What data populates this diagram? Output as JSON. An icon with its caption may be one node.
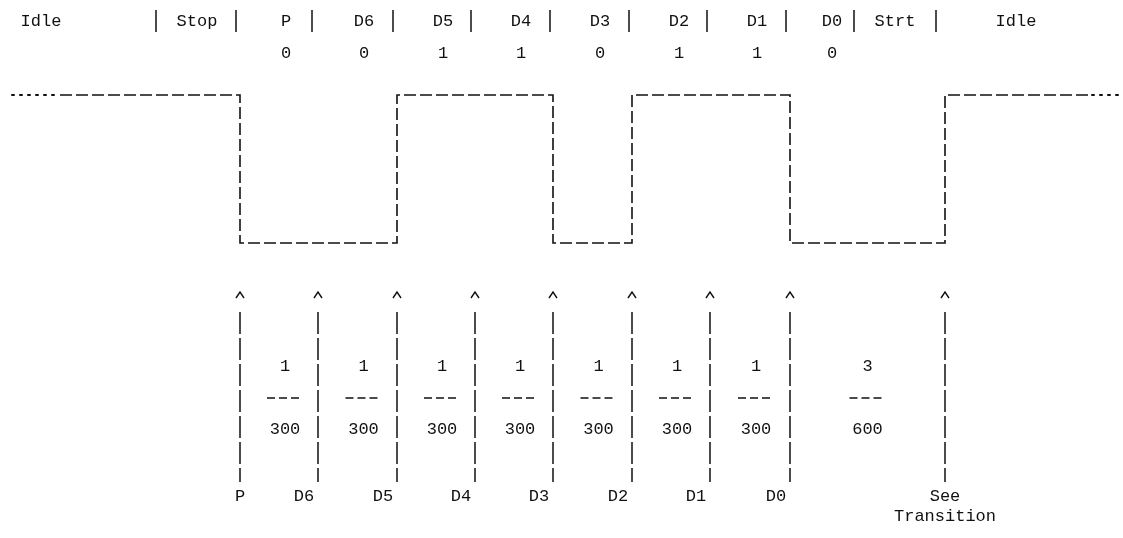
{
  "diagram": {
    "labels": [
      "Idle",
      "Stop",
      "P",
      "D6",
      "D5",
      "D4",
      "D3",
      "D2",
      "D1",
      "D0",
      "Strt",
      "Idle",
      "0",
      "0",
      "1",
      "1",
      "0",
      "1",
      "1",
      "0",
      "1",
      "300",
      "1",
      "300",
      "1",
      "300",
      "1",
      "300",
      "1",
      "300",
      "1",
      "300",
      "1",
      "300",
      "3",
      "600",
      "P",
      "D6",
      "D5",
      "D4",
      "D3",
      "D2",
      "D1",
      "D0",
      "See Transition"
    ]
  }
}
